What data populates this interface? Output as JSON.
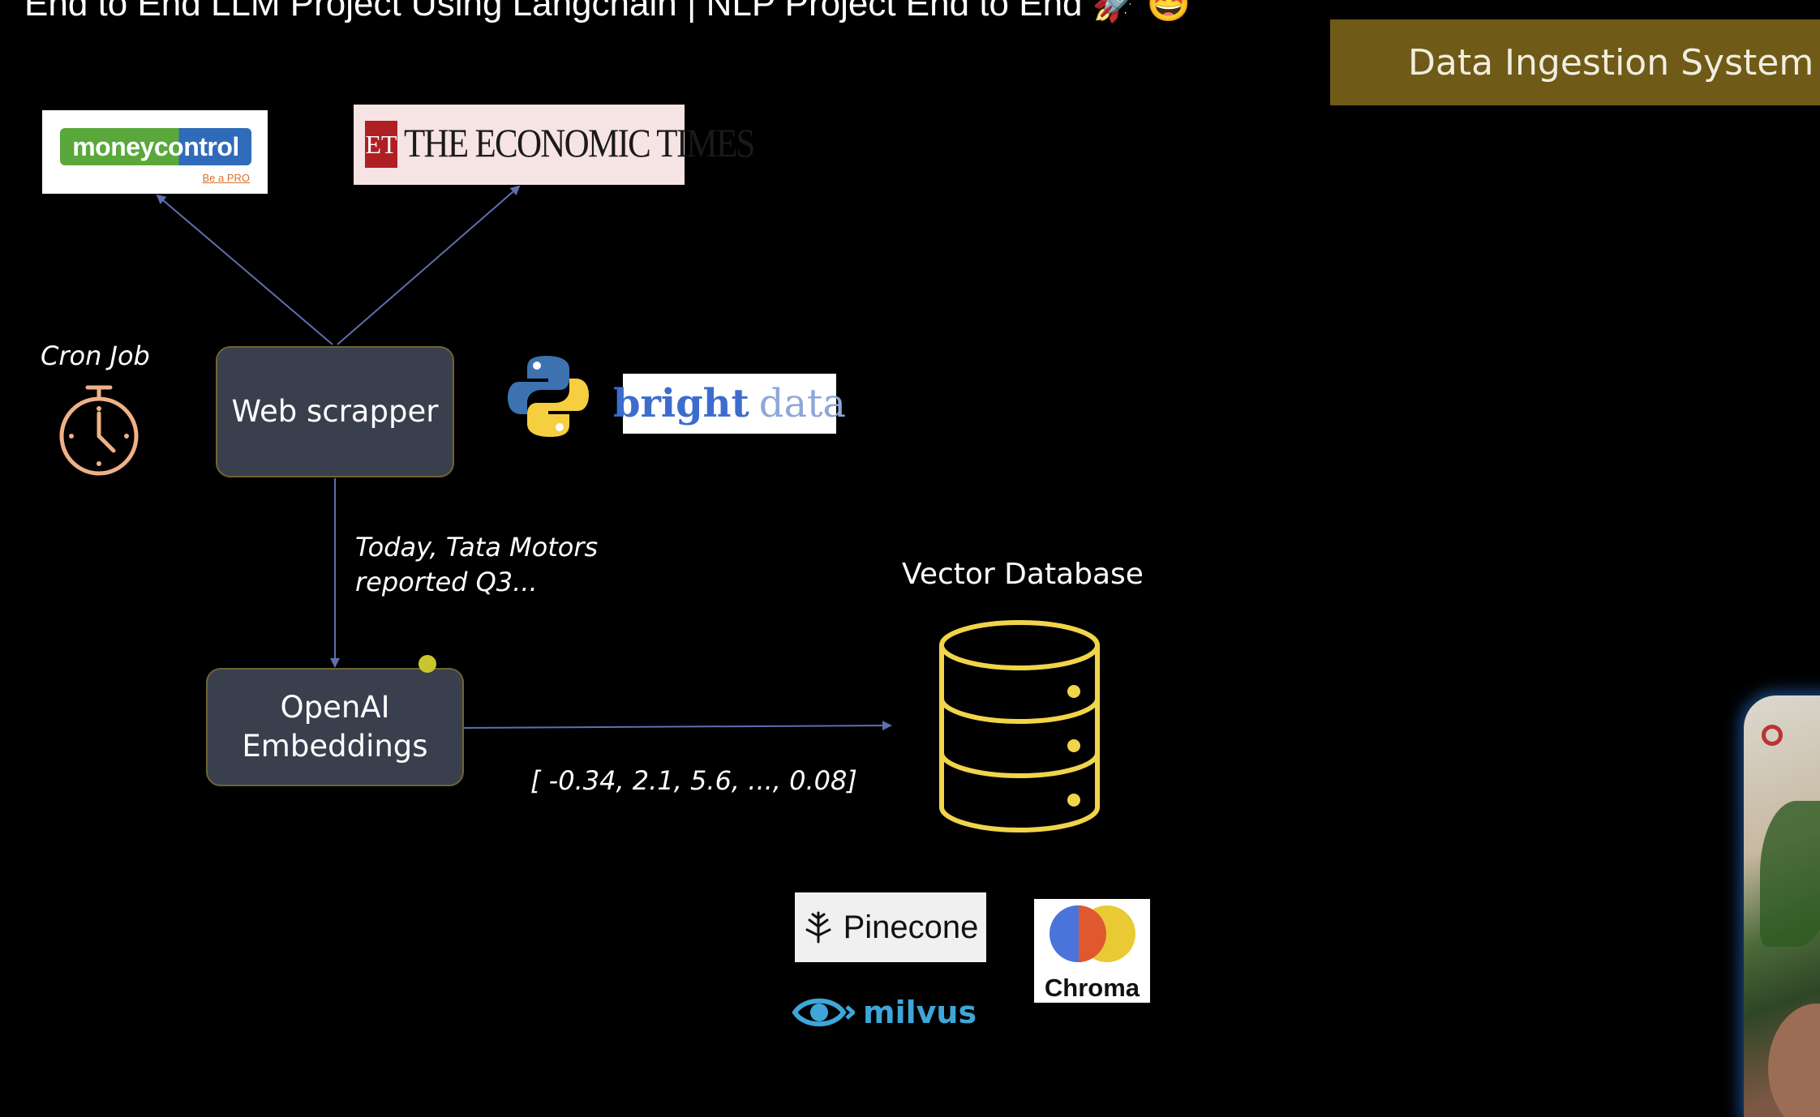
{
  "video_title": "End to End LLM Project Using Langchain | NLP Project End to End 🚀 🤩",
  "banner": "Data Ingestion System",
  "sources": {
    "moneycontrol": {
      "name": "moneycontrol",
      "tagline": "Be a PRO"
    },
    "economic_times": {
      "badge": "ET",
      "name": "THE ECONOMIC TIMES"
    }
  },
  "cron": {
    "label": "Cron Job",
    "icon": "stopwatch-icon"
  },
  "web_scrapper": {
    "label": "Web scrapper"
  },
  "tools": {
    "python_icon": "python-logo-icon",
    "bright_data": {
      "part1": "bright",
      "part2": "data"
    }
  },
  "snippet": {
    "line1": "Today, Tata Motors",
    "line2": "reported Q3..."
  },
  "embeddings": {
    "line1": "OpenAI",
    "line2": "Embeddings"
  },
  "vector": "[ -0.34, 2.1, 5.6, ..., 0.08]",
  "vector_db": {
    "label": "Vector Database",
    "icon": "database-icon"
  },
  "vector_stores": {
    "pinecone": "Pinecone",
    "chroma": "Chroma",
    "milvus": "milvus"
  },
  "colors": {
    "banner": "#6f5b17",
    "node_fill": "#3a3f4d",
    "node_border": "#6e6432",
    "arrow": "#5e6fae",
    "database": "#f0d44a",
    "stopwatch": "#f0b088"
  }
}
